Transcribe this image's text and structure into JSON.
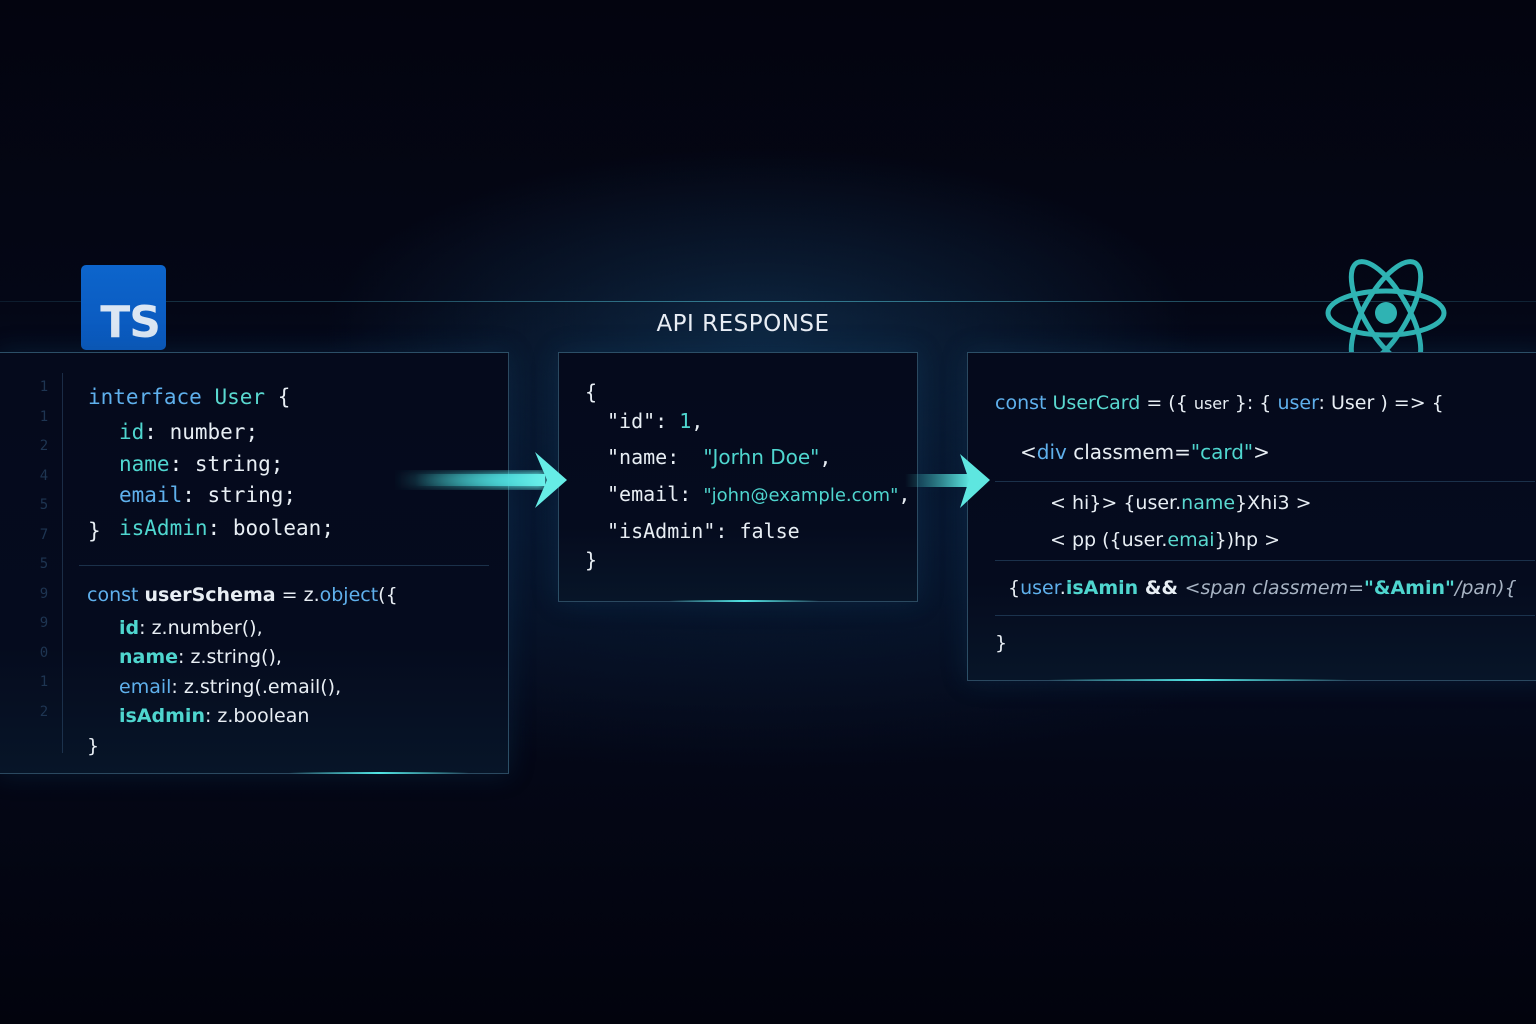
{
  "background": {
    "color": "#03040f",
    "accent": "#52e6e6"
  },
  "logos": {
    "typescript": {
      "label": "TS",
      "color": "#0b5ec4"
    },
    "react": {
      "icon": "react-atom-icon",
      "color": "#2fb3b3"
    }
  },
  "api_panel": {
    "title": "API RESPONSE",
    "lines": [
      "{",
      "\"id\": 1,",
      "\"name: \"Jorhn Doe\",",
      "\"email: \"john@example.com\",",
      "\"isAdmin\": false",
      "}"
    ],
    "tokens": {
      "open": "{",
      "id_key": "\"id\": ",
      "id_val": "1",
      "id_comma": ",",
      "name_key": "\"name:  ",
      "name_val": "\"Jorhn Doe\"",
      "name_comma": ",",
      "email_key": "\"email: ",
      "email_val": "\"john@example.com\"",
      "email_comma": ",",
      "admin_key": "\"isAdmin\": ",
      "admin_val": "false",
      "close": "}"
    }
  },
  "ts_panel": {
    "line_numbers": [
      "1",
      "1",
      "2",
      "4",
      "5",
      "7",
      "5",
      "9",
      "9",
      "0",
      "1",
      "2"
    ],
    "interface": {
      "kw": "interface",
      "name": "User",
      "brace": "{",
      "fields": [
        {
          "key": "id",
          "sep": ": ",
          "type": "number;"
        },
        {
          "key": "name",
          "sep": ": ",
          "type": "string;"
        },
        {
          "key": "email",
          "sep": ": ",
          "type": "string;"
        },
        {
          "key": "isAdmin",
          "sep": ": ",
          "type": "boolean;"
        }
      ],
      "close": "}"
    },
    "schema": {
      "kw": "const",
      "name": "userSchema",
      "eq": " = ",
      "z": "z.",
      "fn": "object",
      "open": "({",
      "fields": [
        {
          "key": "id",
          "sep": ": ",
          "value": "z.number(),"
        },
        {
          "key": "name",
          "sep": ": ",
          "value": "z.string(),"
        },
        {
          "key": "email",
          "sep": ": ",
          "value": "z.string(.email(),"
        },
        {
          "key": "isAdmin",
          "sep": ": ",
          "value": "z.boolean"
        }
      ],
      "close": "}"
    }
  },
  "react_panel": {
    "line1": {
      "kw": "const ",
      "name": "UserCard",
      "rest1": " = ({ ",
      "param": "user",
      "rest2": " }: { ",
      "prop": "user",
      "rest3": ": ",
      "type": "User",
      "rest4": " ) => {"
    },
    "line2": {
      "lt": "<",
      "tag": "div",
      "attr": " classmem",
      "eq": "=",
      "val": "\"card\"",
      "gt": ">"
    },
    "line3": {
      "open": "< hi}> ",
      "expr_open": "{user.",
      "expr_prop": "name",
      "expr_close": "}",
      "close": "Xhi3 >"
    },
    "line4": {
      "open": "< pp (",
      "expr_open": "{user.",
      "expr_prop": "emai",
      "expr_close": "})",
      "close": "hp >"
    },
    "line5": {
      "brace": "{",
      "obj": "user",
      "dot": ".",
      "prop": "isAmin",
      "op": " && ",
      "tag": "<span classmem=",
      "val": "\"&Amin\"",
      "close": "/pan){"
    },
    "close": "}"
  },
  "arrows": [
    {
      "from": "ts_panel",
      "to": "api_panel",
      "icon": "arrow-right-icon"
    },
    {
      "from": "api_panel",
      "to": "react_panel",
      "icon": "arrow-right-icon"
    }
  ]
}
